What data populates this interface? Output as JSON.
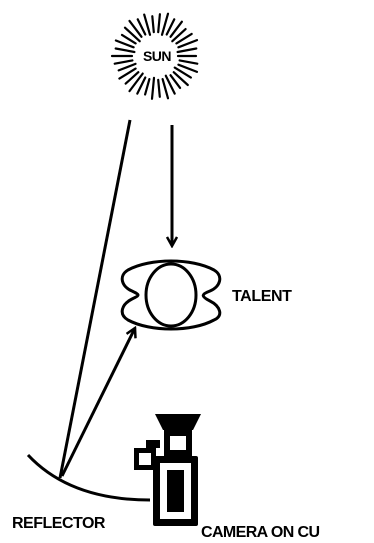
{
  "labels": {
    "sun": "SUN",
    "talent": "TALENT",
    "reflector": "REFLECTOR",
    "camera": "CAMERA ON CU"
  }
}
